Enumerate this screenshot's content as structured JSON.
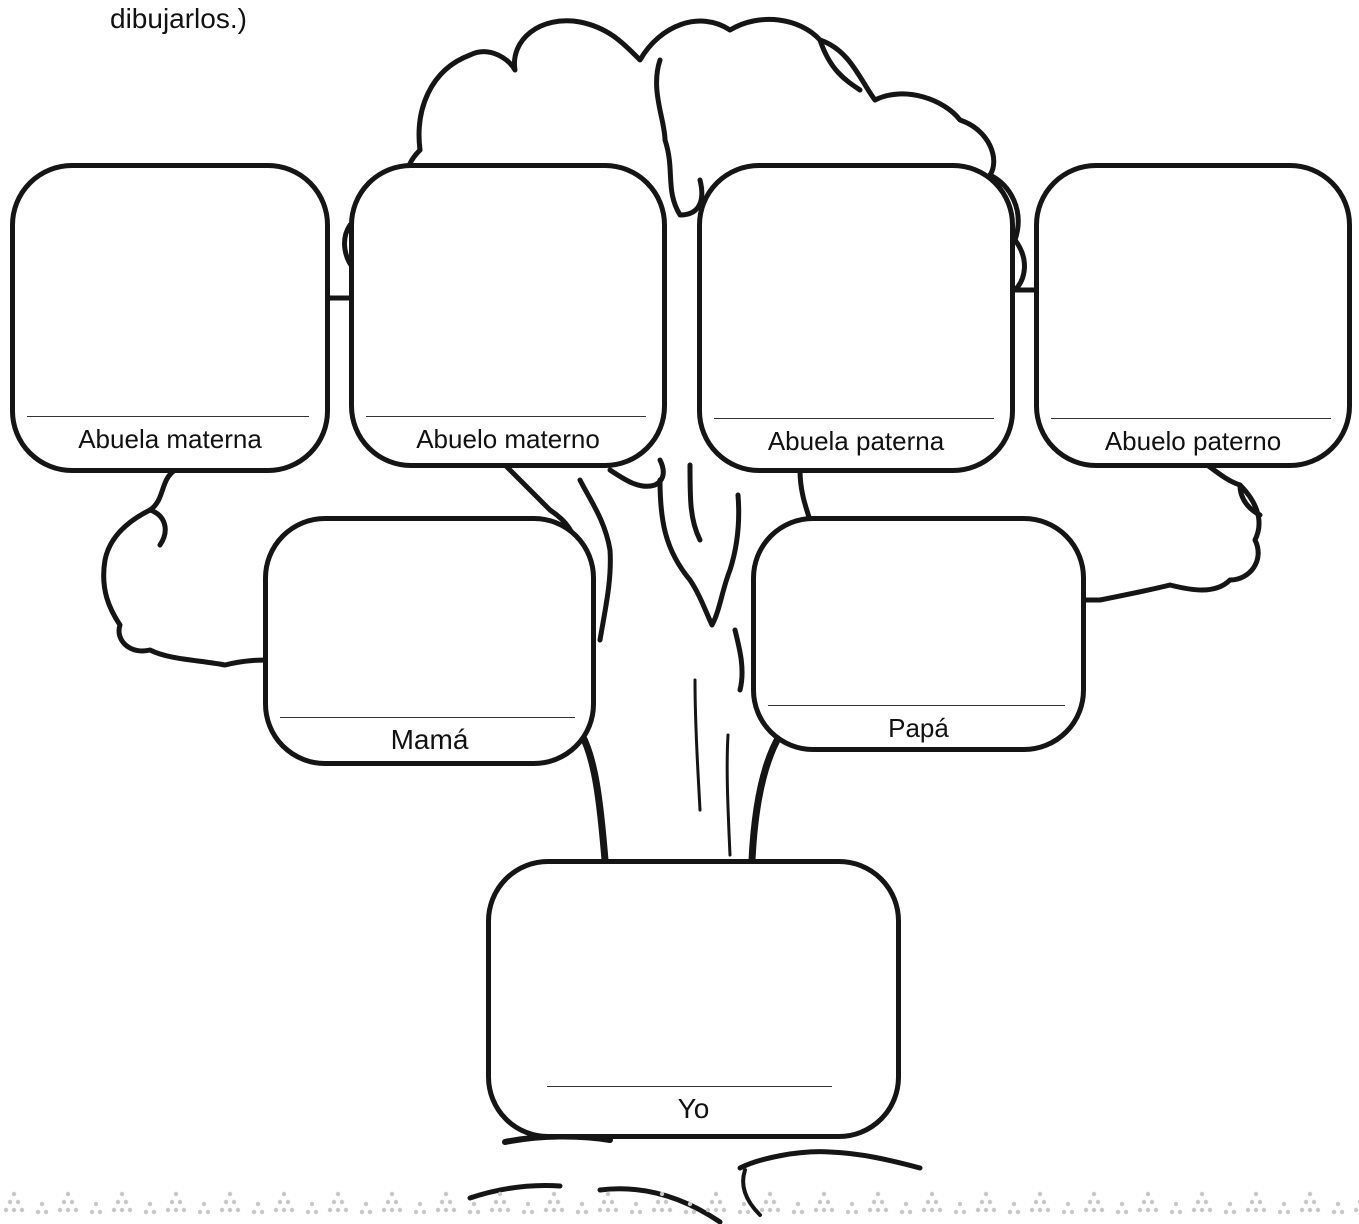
{
  "instruction": {
    "text": "dibujarlos.)"
  },
  "members": {
    "abuela_materna": {
      "label": "Abuela materna"
    },
    "abuelo_materno": {
      "label": "Abuelo materno"
    },
    "abuela_paterna": {
      "label": "Abuela paterna"
    },
    "abuelo_paterno": {
      "label": "Abuelo paterno"
    },
    "mama": {
      "label": "Mamá"
    },
    "papa": {
      "label": "Papá"
    },
    "yo": {
      "label": "Yo"
    }
  },
  "colors": {
    "ink": "#151515",
    "paper": "#ffffff",
    "pattern": "#c8c8c8"
  }
}
